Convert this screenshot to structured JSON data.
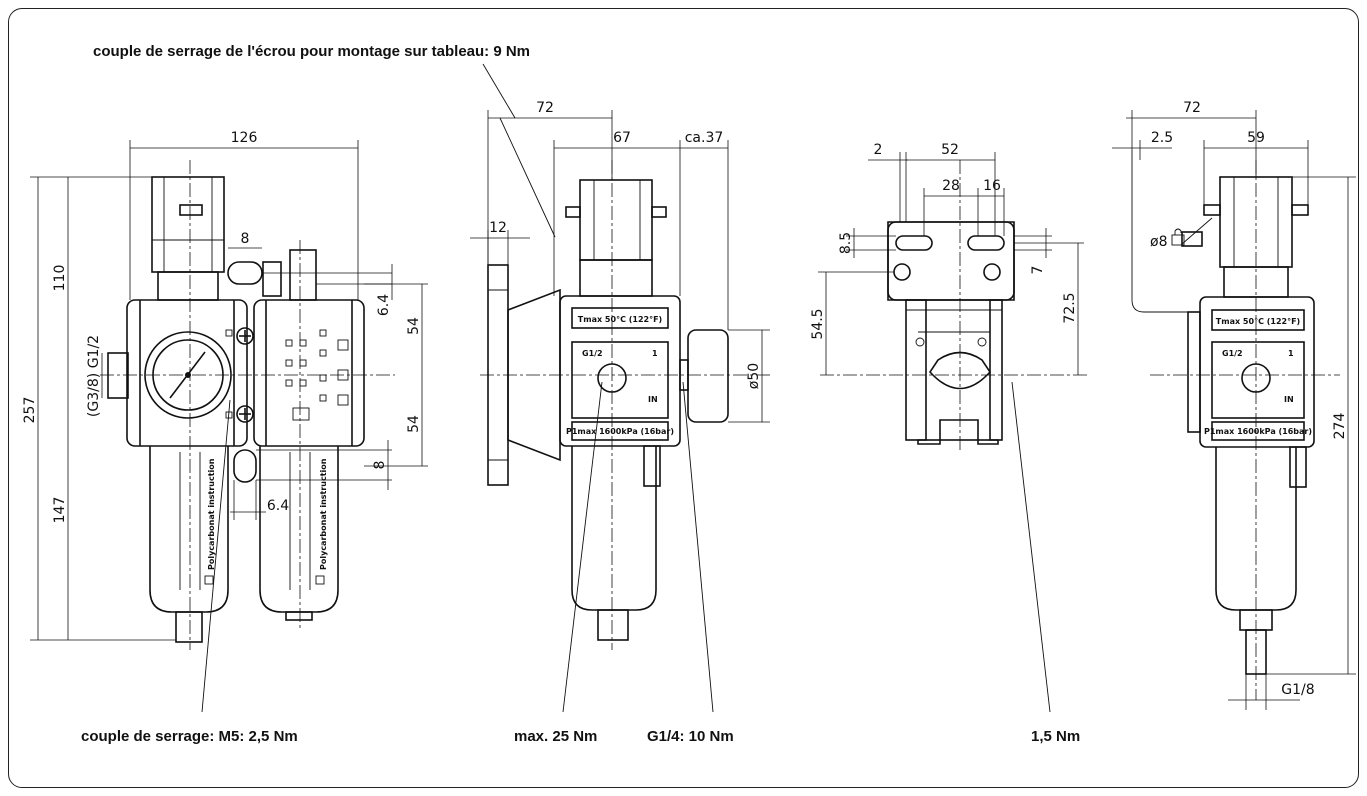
{
  "notes": {
    "top": "couple de serrage de l'écrou pour montage sur tableau: 9 Nm",
    "bottom_left": "couple de serrage:  M5: 2,5 Nm",
    "max_torque": "max. 25 Nm",
    "g14_torque": "G1/4: 10 Nm",
    "bracket_torque": "1,5 Nm"
  },
  "view1": {
    "dims": {
      "width": "126",
      "height_top": "110",
      "height_total": "257",
      "height_bottom": "147",
      "port": "(G3/8) G1/2",
      "slot_w": "8",
      "off1": "6.4",
      "half_up": "54",
      "half_down": "54",
      "off2": "8",
      "off3": "6.4"
    },
    "bowl_text": "Polycarbonat instruction"
  },
  "view2": {
    "dims": {
      "w72": "72",
      "w67": "67",
      "ca37": "ca.37",
      "w12": "12",
      "d50": "ø50"
    },
    "label_tmax": "Tmax 50°C (122°F)",
    "label_g12": "G1/2",
    "label_1": "1",
    "label_in": "IN",
    "label_p1": "P1max 1600kPa (16bar)"
  },
  "view3": {
    "dims": {
      "d2": "2",
      "d52": "52",
      "d28": "28",
      "d16": "16",
      "d85": "8.5",
      "d7": "7",
      "d545": "54.5",
      "d725": "72.5"
    }
  },
  "view4": {
    "dims": {
      "w72": "72",
      "d25": "2.5",
      "w59": "59",
      "h274": "274",
      "lock": "ø8",
      "g18": "G1/8"
    },
    "label_tmax": "Tmax 50°C (122°F)",
    "label_g12": "G1/2",
    "label_1": "1",
    "label_in": "IN",
    "label_p1": "P1max 1600kPa (16bar)"
  }
}
